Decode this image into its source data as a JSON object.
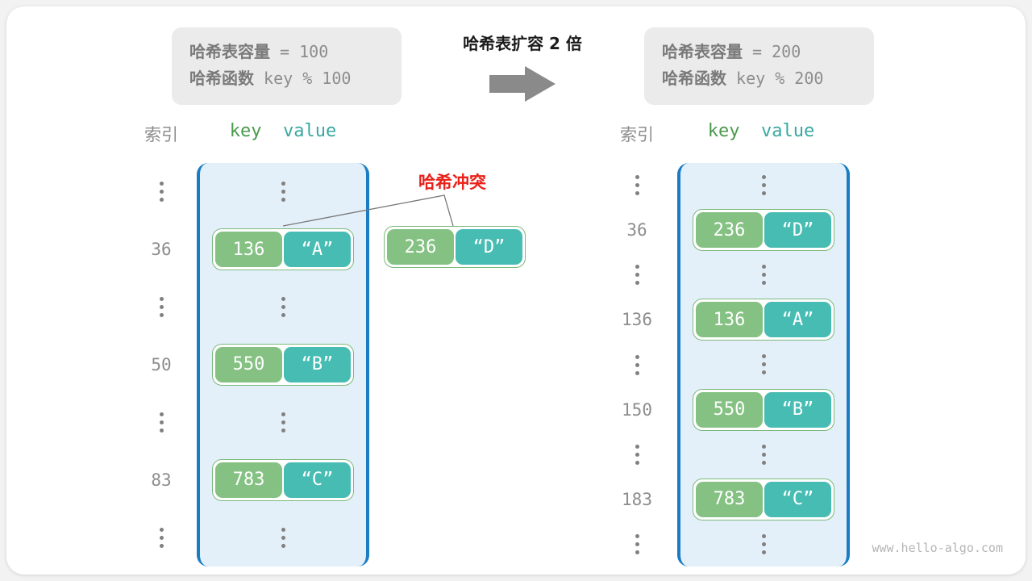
{
  "watermark": "www.hello-algo.com",
  "colors": {
    "key_cell": "#84c182",
    "value_cell": "#46bcb2",
    "bucket_fill": "#e3f0fa",
    "bucket_border": "#1a7dc4",
    "collision_red": "#e8211a",
    "info_box": "#ebebeb",
    "arrow_gray": "#8a8a8a",
    "key_header": "#4a9a4c",
    "value_header": "#3aa8a0",
    "index_gray": "#8d8d8d"
  },
  "center": {
    "title": "哈希表扩容 2 倍",
    "arrow_icon": "right-arrow-icon"
  },
  "before": {
    "info": {
      "capacity_label": "哈希表容量",
      "capacity_expr": " = 100",
      "function_label": "哈希函数",
      "function_expr": " key % 100"
    },
    "headers": {
      "index": "索引",
      "key": "key",
      "value": "value"
    },
    "rows": [
      {
        "index": "⋮",
        "type": "ellipsis"
      },
      {
        "index": "36",
        "type": "entry",
        "key": "136",
        "value": "“A”"
      },
      {
        "index": "⋮",
        "type": "ellipsis"
      },
      {
        "index": "50",
        "type": "entry",
        "key": "550",
        "value": "“B”"
      },
      {
        "index": "⋮",
        "type": "ellipsis"
      },
      {
        "index": "83",
        "type": "entry",
        "key": "783",
        "value": "“C”"
      },
      {
        "index": "⋮",
        "type": "ellipsis"
      }
    ],
    "collision": {
      "label": "哈希冲突",
      "floating_entry": {
        "key": "236",
        "value": "“D”"
      }
    }
  },
  "after": {
    "info": {
      "capacity_label": "哈希表容量",
      "capacity_expr": " = 200",
      "function_label": "哈希函数",
      "function_expr": " key % 200"
    },
    "headers": {
      "index": "索引",
      "key": "key",
      "value": "value"
    },
    "rows": [
      {
        "index": "⋮",
        "type": "ellipsis"
      },
      {
        "index": "36",
        "type": "entry",
        "key": "236",
        "value": "“D”"
      },
      {
        "index": "⋮",
        "type": "ellipsis"
      },
      {
        "index": "136",
        "type": "entry",
        "key": "136",
        "value": "“A”"
      },
      {
        "index": "⋮",
        "type": "ellipsis"
      },
      {
        "index": "150",
        "type": "entry",
        "key": "550",
        "value": "“B”"
      },
      {
        "index": "⋮",
        "type": "ellipsis"
      },
      {
        "index": "183",
        "type": "entry",
        "key": "783",
        "value": "“C”"
      },
      {
        "index": "⋮",
        "type": "ellipsis"
      }
    ]
  }
}
